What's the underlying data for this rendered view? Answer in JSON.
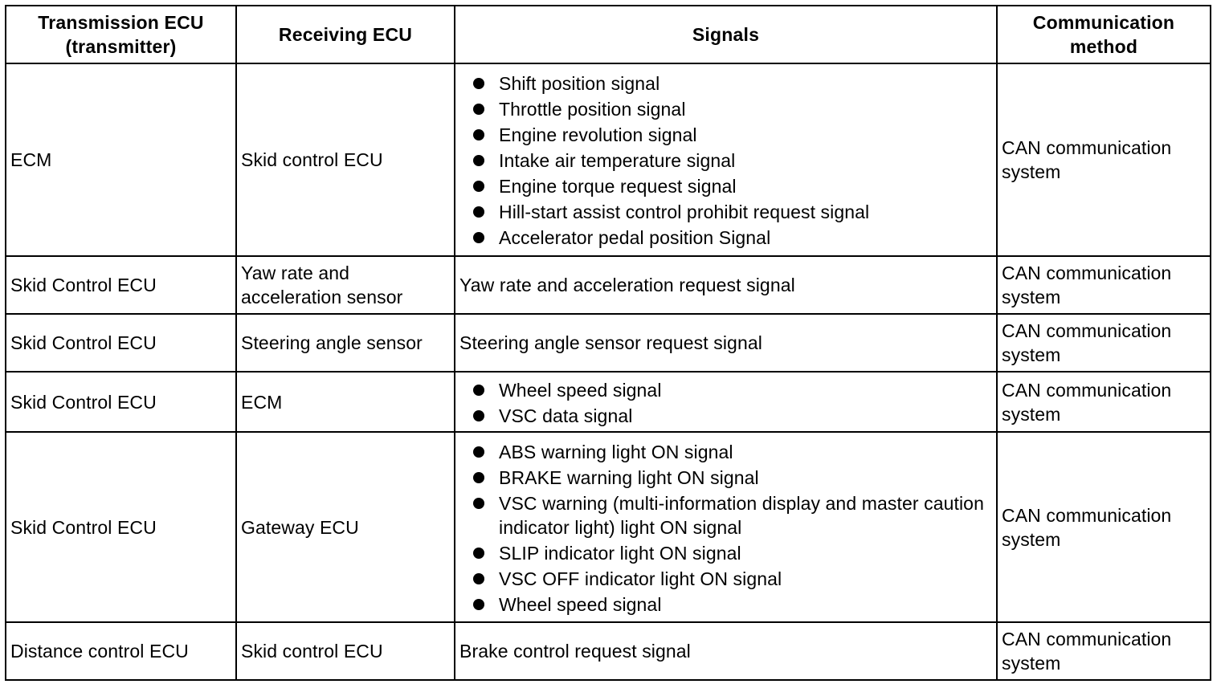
{
  "table": {
    "headers": [
      "Transmission ECU\n(transmitter)",
      "Receiving ECU",
      "Signals",
      "Communication\nmethod"
    ],
    "header_lines": [
      [
        "Transmission ECU",
        "(transmitter)"
      ],
      [
        "Receiving ECU"
      ],
      [
        "Signals"
      ],
      [
        "Communication",
        "method"
      ]
    ],
    "rows": [
      {
        "transmitter": "ECM",
        "receiver": "Skid control ECU",
        "signals": [
          "Shift position signal",
          "Throttle position signal",
          "Engine revolution signal",
          "Intake air temperature signal",
          "Engine torque request signal",
          "Hill-start assist control prohibit request signal",
          "Accelerator pedal position Signal"
        ],
        "method": "CAN communication system"
      },
      {
        "transmitter": "Skid Control ECU",
        "receiver": "Yaw rate and acceleration sensor",
        "signal_text": "Yaw rate and acceleration request signal",
        "method": "CAN communication system"
      },
      {
        "transmitter": "Skid Control ECU",
        "receiver": "Steering angle sensor",
        "signal_text": "Steering angle sensor request signal",
        "method": "CAN communication system"
      },
      {
        "transmitter": "Skid Control ECU",
        "receiver": "ECM",
        "signals": [
          "Wheel speed signal",
          "VSC data signal"
        ],
        "method": "CAN communication system"
      },
      {
        "transmitter": "Skid Control ECU",
        "receiver": "Gateway ECU",
        "signals": [
          "ABS warning light ON signal",
          "BRAKE warning light ON signal",
          "VSC warning (multi-information display and master caution indicator light) light ON signal",
          "SLIP indicator light ON signal",
          "VSC OFF indicator light ON signal",
          "Wheel speed signal"
        ],
        "method": "CAN communication system"
      },
      {
        "transmitter": "Distance control ECU",
        "receiver": "Skid control ECU",
        "signal_text": "Brake control request signal",
        "method": "CAN communication system"
      }
    ]
  },
  "bullet_icon": "filled-circle-bullet",
  "colors": {
    "text": "#000000",
    "border": "#000000",
    "background": "#ffffff"
  }
}
